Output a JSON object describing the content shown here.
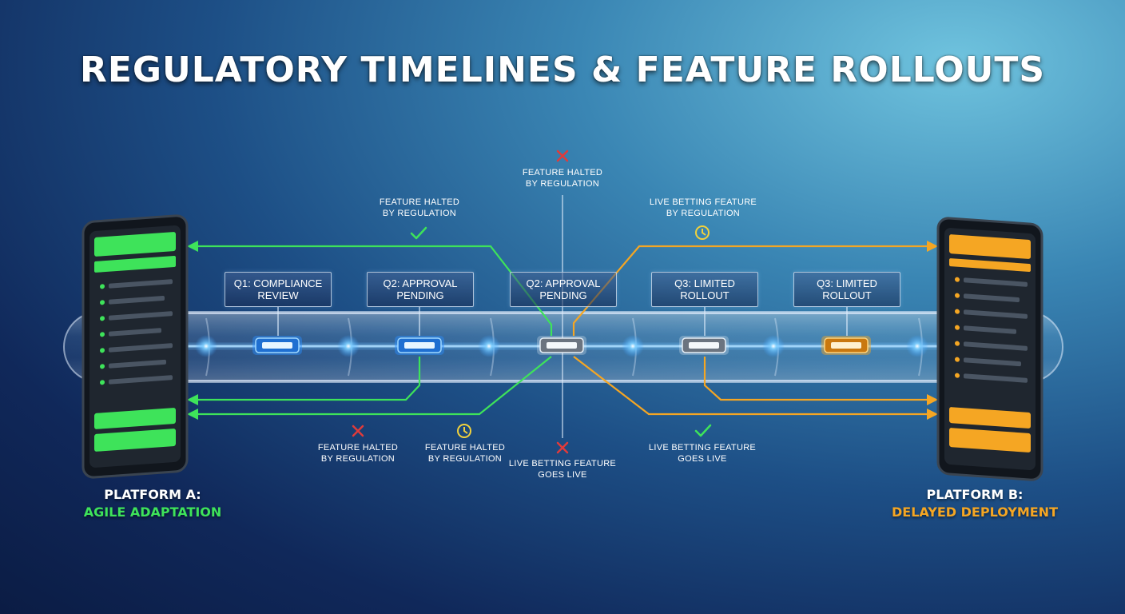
{
  "title": "REGULATORY TIMELINES & FEATURE ROLLOUTS",
  "colors": {
    "platform_a": "#3ee35a",
    "platform_b": "#f5a623",
    "neutral": "#d8e6f2",
    "halt_icon": "#e03b3b",
    "pending_icon": "#f2d23c",
    "check_icon": "#3ee35a"
  },
  "stages": [
    {
      "line1": "Q1: COMPLIANCE",
      "line2": "REVIEW"
    },
    {
      "line1": "Q2: APPROVAL",
      "line2": "PENDING"
    },
    {
      "line1": "Q2: APPROVAL",
      "line2": "PENDING"
    },
    {
      "line1": "Q3: LIMITED",
      "line2": "ROLLOUT"
    },
    {
      "line1": "Q3: LIMITED",
      "line2": "ROLLOUT"
    }
  ],
  "annotations": [
    {
      "icon": "cross-icon",
      "line1": "FEATURE HALTED",
      "line2": "BY REGULATION"
    },
    {
      "icon": "check-icon",
      "line1": "FEATURE HALTED",
      "line2": "BY REGULATION"
    },
    {
      "icon": "clock-icon",
      "line1": "LIVE BETTING FEATURE",
      "line2": "BY REGULATION"
    },
    {
      "icon": "cross-icon",
      "line1": "FEATURE HALTED",
      "line2": "BY REGULATION"
    },
    {
      "icon": "clock-icon",
      "line1": "FEATURE HALTED",
      "line2": "BY REGULATION"
    },
    {
      "icon": "cross-icon",
      "line1": "LIVE BETTING FEATURE",
      "line2": "GOES LIVE"
    },
    {
      "icon": "check-icon",
      "line1": "LIVE BETTING FEATURE",
      "line2": "GOES LIVE"
    }
  ],
  "platforms": {
    "a": {
      "line1": "PLATFORM A:",
      "line2": "AGILE ADAPTATION"
    },
    "b": {
      "line1": "PLATFORM B:",
      "line2": "DELAYED DEPLOYMENT"
    }
  }
}
